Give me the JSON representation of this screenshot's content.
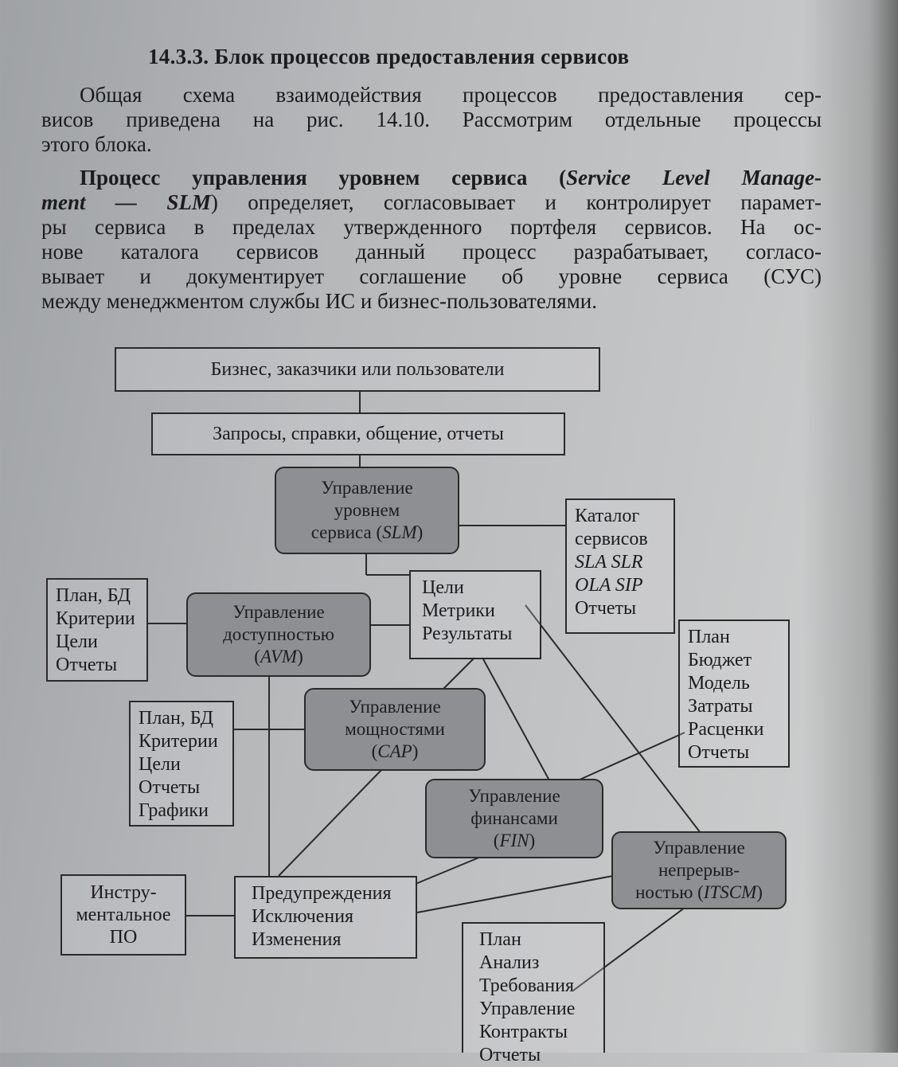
{
  "section_heading": "14.3.3. Блок процессов предоставления сервисов",
  "paragraph1": {
    "lines": [
      "Общая схема взаимодействия процессов предоставления сер-",
      "висов приведена на рис. 14.10. Рассмотрим отдельные процессы",
      "этого блока."
    ]
  },
  "paragraph2": {
    "line1_bold": "Процесс управления уровнем сервиса (",
    "line1_italic": "Service Level Manage-",
    "line2_italic": "ment — SLM",
    "line2_rest": ") определяет, согласовывает и контролирует парамет-",
    "lines": [
      "ры сервиса в пределах утвержденного портфеля сервисов. На ос-",
      "нове каталога сервисов данный процесс разрабатывает, согласо-",
      "вывает и документирует соглашение об уровне сервиса (СУС)",
      "между менеджментом службы ИС и бизнес-пользователями."
    ]
  },
  "diagram": {
    "business_box": "Бизнес, заказчики или пользователи",
    "requests_box": "Запросы, справки, общение, отчеты",
    "slm": {
      "line1": "Управление",
      "line2": "уровнем",
      "line3": "сервиса (",
      "abbr": "SLM",
      "close": ")"
    },
    "catalog": {
      "line1": "Каталог",
      "line2": "сервисов",
      "line3": "SLA SLR",
      "line4": "OLA SIP",
      "line5": "Отчеты"
    },
    "goals": {
      "line1": "Цели",
      "line2": "Метрики",
      "line3": "Результаты"
    },
    "avm_left": {
      "line1": "План, БД",
      "line2": "Критерии",
      "line3": "Цели",
      "line4": "Отчеты"
    },
    "avm": {
      "line1": "Управление",
      "line2": "доступностью",
      "abbr": "AVM"
    },
    "cap_left": {
      "line1": "План, БД",
      "line2": "Критерии",
      "line3": "Цели",
      "line4": "Отчеты",
      "line5": "Графики"
    },
    "cap": {
      "line1": "Управление",
      "line2": "мощностями",
      "abbr": "CAP"
    },
    "fin_right": {
      "line1": "План",
      "line2": "Бюджет",
      "line3": "Модель",
      "line4": "Затраты",
      "line5": "Расценки",
      "line6": "Отчеты"
    },
    "fin": {
      "line1": "Управление",
      "line2": "финансами",
      "abbr": "FIN"
    },
    "itscm": {
      "line1": "Управление",
      "line2": "непрерыв-",
      "line3": "ностью (",
      "abbr": "ITSCM",
      "close": ")"
    },
    "tools": {
      "line1": "Инстру-",
      "line2": "ментальное",
      "line3": "ПО"
    },
    "alerts": {
      "line1": "Предупреждения",
      "line2": "Исключения",
      "line3": "Изменения"
    },
    "itscm_bottom": {
      "line1": "План",
      "line2": "Анализ",
      "line3": "Требования",
      "line4": "Управление",
      "line5": "Контракты",
      "line6": "Отчеты"
    }
  }
}
